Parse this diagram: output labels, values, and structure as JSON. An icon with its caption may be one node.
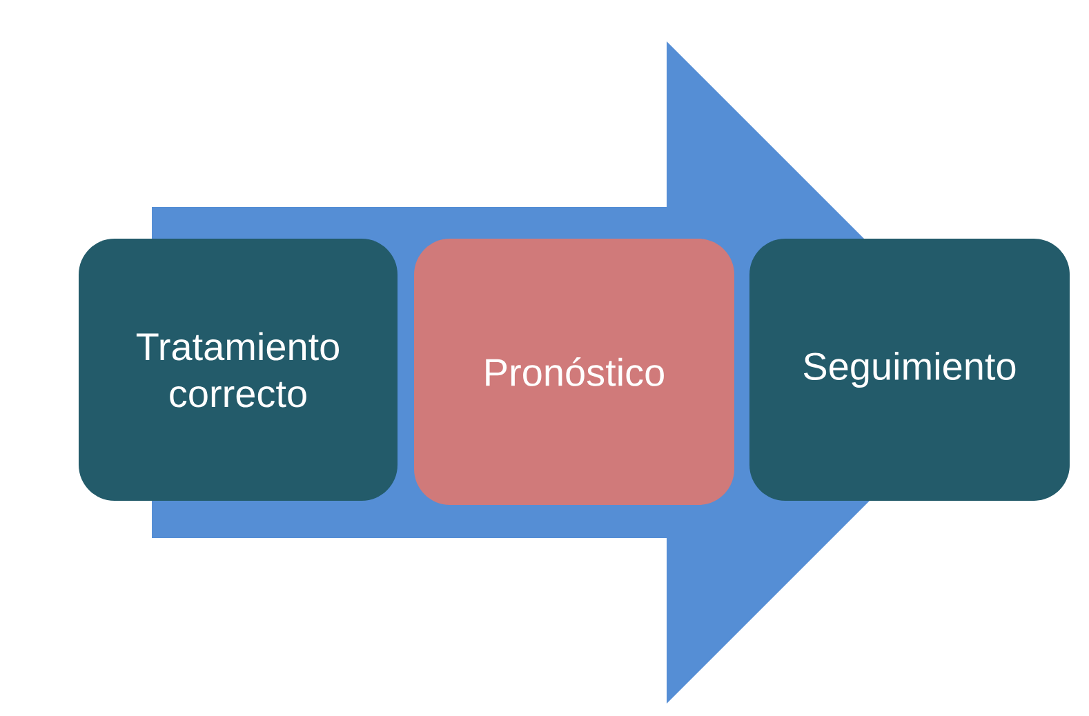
{
  "diagram": {
    "nodes": [
      {
        "text": [
          "Tratamiento correcto"
        ]
      },
      {
        "text": [
          "Pronóstico"
        ]
      },
      {
        "text": [
          "Seguimiento"
        ]
      }
    ],
    "edges": [
      {
        "from": 0,
        "to": 2,
        "arrow": "to"
      }
    ]
  }
}
